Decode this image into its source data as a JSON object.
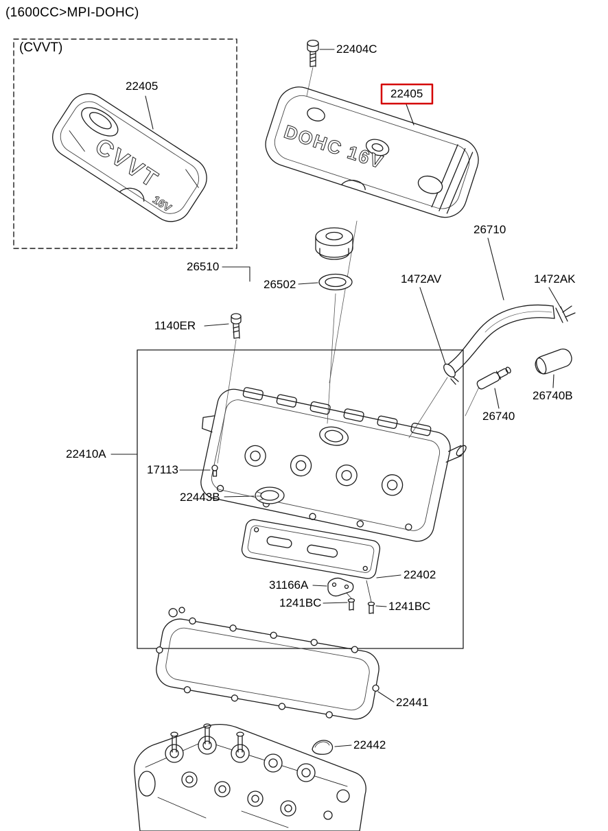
{
  "page_title": "(1600CC>MPI-DOHC)",
  "inset_label": "(CVVT)",
  "highlight_color": "#d40000",
  "art_text": {
    "cvvt_logo": "CVVT",
    "cvvt_sub": "16V",
    "dohc_logo": "DOHC 16V"
  },
  "parts": {
    "cvvt_cover": "22405",
    "cover_bolt": "22404C",
    "engine_cover": "22405",
    "breather_hose": "26710",
    "oil_filler_cap": "26510",
    "filler_cap_gasket": "26502",
    "hose_clamp_front": "1472AV",
    "hose_clamp_rear": "1472AK",
    "mount_bolt": "1140ER",
    "pcv_sleeve": "26740B",
    "pcv_valve": "26740",
    "rocker_cover": "22410A",
    "grommet": "17113",
    "spark_plug_seal": "22443B",
    "baffle_gasket": "22402",
    "bracket": "31166A",
    "baffle_bolt_left": "1241BC",
    "baffle_bolt_right": "1241BC",
    "rocker_cover_gasket": "22441",
    "semi_circular_plug": "22442"
  }
}
